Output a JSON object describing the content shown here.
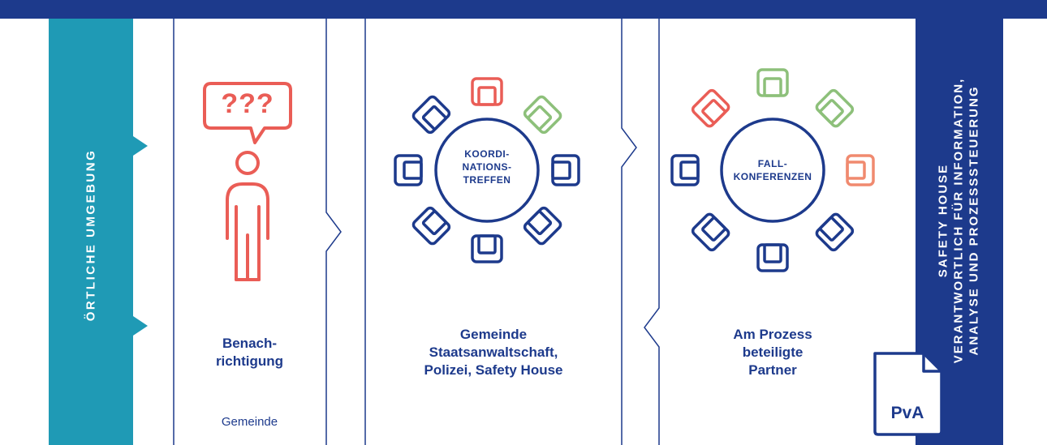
{
  "left_band": {
    "label": "ÖRTLICHE UMGEBUNG"
  },
  "column1": {
    "speech_text": "???",
    "label_lines": [
      "Benach-",
      "richtigung"
    ],
    "sub_label": "Gemeinde"
  },
  "column2": {
    "table_center_lines": [
      "KOORDI-",
      "NATIONS-",
      "TREFFEN"
    ],
    "label_lines": [
      "Gemeinde",
      "Staatsanwaltschaft,",
      "Polizei, Safety House"
    ]
  },
  "column3": {
    "table_center_lines": [
      "FALL-",
      "KONFERENZEN"
    ],
    "label_lines": [
      "Am Prozess",
      "beteiligte",
      "Partner"
    ]
  },
  "right_band": {
    "title_lines": [
      "SAFETY HOUSE",
      "VERANTWORTLICH FÜR INFORMATION,",
      "ANALYSE UND PROZESSSTEUERUNG"
    ],
    "document_label": "PvA"
  },
  "colors": {
    "navy": "#1d3a8c",
    "teal": "#1f9ab5",
    "coral": "#ea5d56",
    "green": "#8dc07a",
    "salmon": "#f08a6f"
  }
}
